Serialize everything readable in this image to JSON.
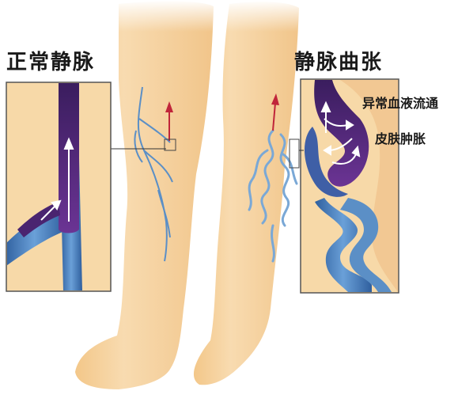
{
  "labels": {
    "normal_vein": "正常静脉",
    "varicose_vein": "静脉曲张",
    "abnormal_flow": "异常血液流通",
    "skin_swelling": "皮肤肿胀"
  },
  "colors": {
    "background": "#ffffff",
    "skin": "#f7d6a4",
    "skin_shadow": "#eebd80",
    "vein_blue": "#4a82c2",
    "vein_purple": "#5a2d7e",
    "blood_red": "#c0253a",
    "arrow_white": "#ffffff",
    "callout_line": "#333333"
  },
  "icons": [
    "up-arrow-icon",
    "flow-arrows-icon"
  ]
}
